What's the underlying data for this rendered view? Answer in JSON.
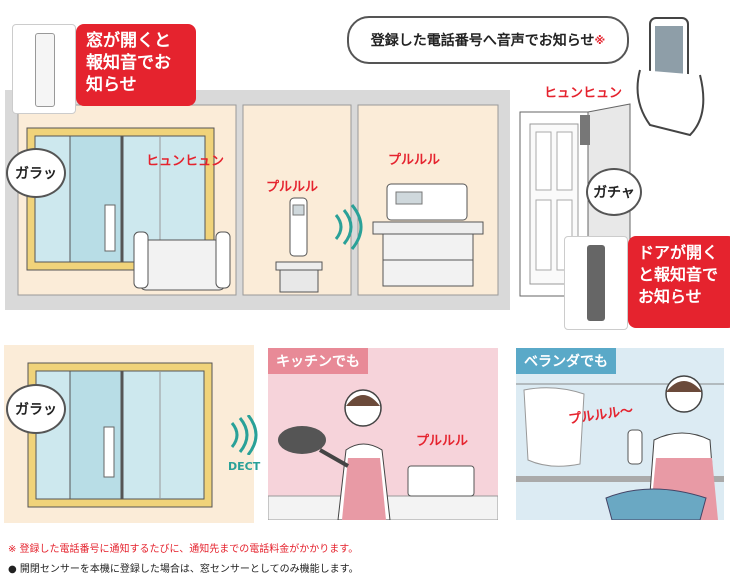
{
  "top_banner": {
    "text": "登録した電話番号へ音声でお知らせ",
    "mark": "※"
  },
  "window_sensor_caption": "窓が開くと報知音でお知らせ",
  "door_sensor_caption": "ドアが開くと報知音でお知らせ",
  "sounds": {
    "window_alarm": "ヒュンヒュン",
    "door_alarm": "ヒュンヒュン",
    "handset_ring": "プルルル",
    "base_ring": "プルルル",
    "kitchen_ring": "プルルル",
    "veranda_ring": "プルルル〜"
  },
  "bubbles": {
    "window_top": "ガラッ",
    "door": "ガチャ",
    "window_bottom": "ガラッ"
  },
  "dect_label": "DECT",
  "scenes": {
    "kitchen": "キッチンでも",
    "veranda": "ベランダでも"
  },
  "notes": {
    "note1": "※ 登録した電話番号に通知するたびに、通知先までの電話料金がかかります。",
    "note2": "● 開閉センサーを本機に登録した場合は、窓センサーとしてのみ機能します。"
  },
  "colors": {
    "accent_red": "#e5232e",
    "kitchen_bg": "#f6d3da",
    "kitchen_tag": "#e88a97",
    "veranda_bg": "#dcebf3",
    "veranda_tag": "#5aa9c8",
    "wall": "#d8d8d8"
  }
}
